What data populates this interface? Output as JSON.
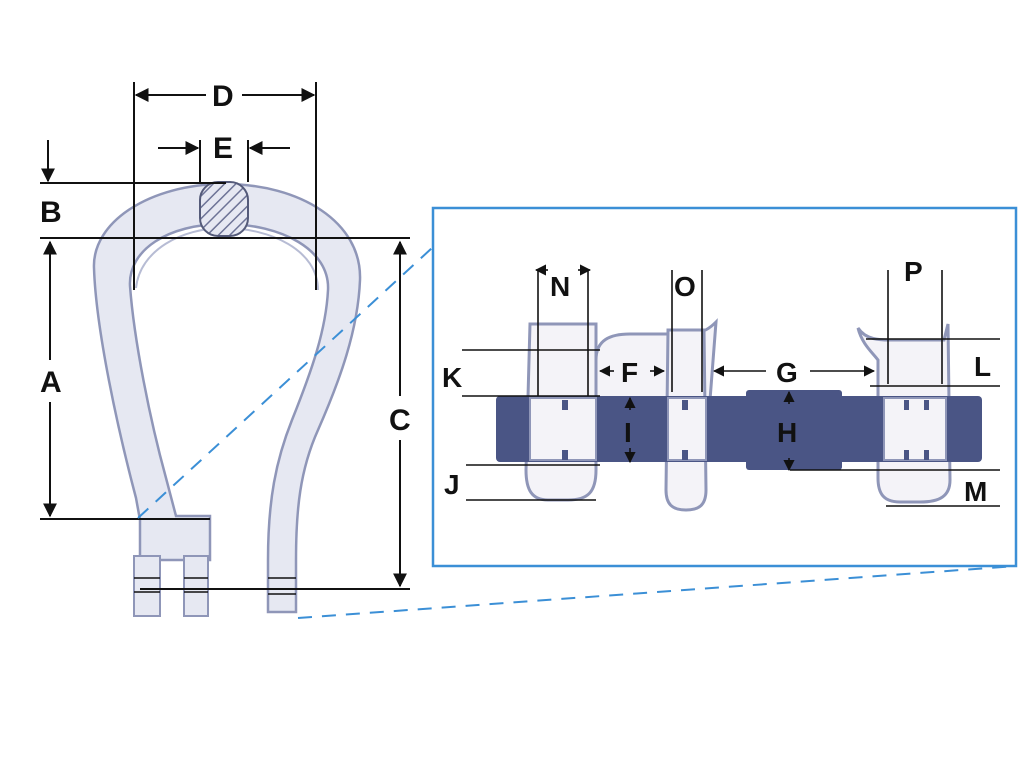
{
  "colors": {
    "shackle_fill": "#e6e8f2",
    "shackle_stroke": "#8f96b8",
    "inset_border": "#3b8fd6",
    "pin_bar": "#4a5585",
    "link_fill": "#f4f3f8",
    "dashed_leader": "#3b8fd6"
  },
  "labels": {
    "A": "A",
    "B": "B",
    "C": "C",
    "D": "D",
    "E": "E",
    "F": "F",
    "G": "G",
    "H": "H",
    "I": "I",
    "J": "J",
    "K": "K",
    "L": "L",
    "M": "M",
    "N": "N",
    "O": "O",
    "P": "P"
  }
}
